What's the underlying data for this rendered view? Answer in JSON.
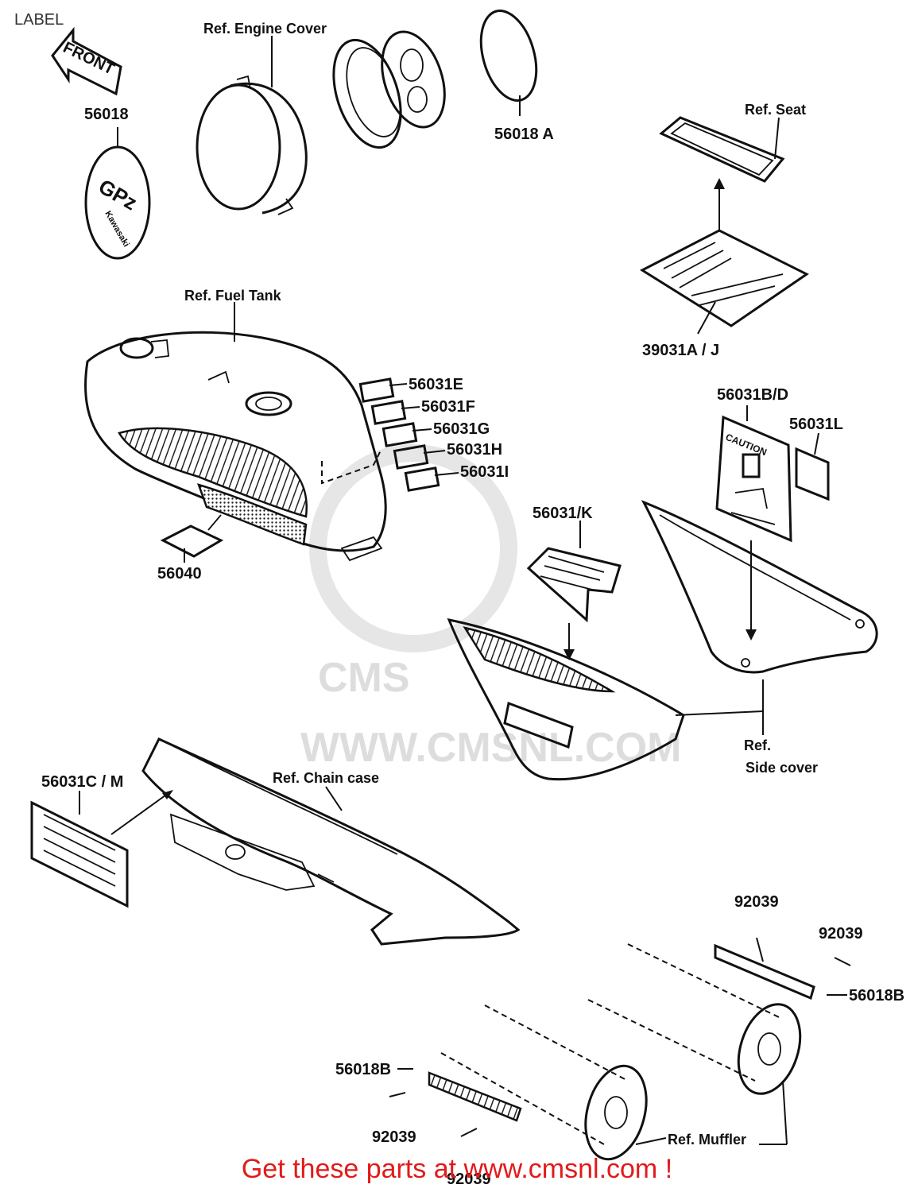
{
  "header": {
    "title": "LABEL"
  },
  "watermark": {
    "text": "WWW.CMSNL.COM",
    "logo": "CMS",
    "color": "#dddddd"
  },
  "badges": {
    "front_arrow": "FRONT",
    "emblem_main": "GPz",
    "emblem_sub": "Kawasaki",
    "caution": "CAUTION"
  },
  "refs": {
    "engine_cover": "Ref.  Engine Cover",
    "seat": "Ref. Seat",
    "fuel_tank": "Ref. Fuel Tank",
    "chain_case": "Ref. Chain case",
    "side_cover_1": "Ref.",
    "side_cover_2": "Side cover",
    "muffler": "Ref. Muffler"
  },
  "parts": {
    "p56018": "56018",
    "p56018a": "56018 A",
    "p39031": "39031A / J",
    "p56031e": "56031E",
    "p56031f": "56031F",
    "p56031g": "56031G",
    "p56031h": "56031H",
    "p56031i": "56031I",
    "p56031bd": "56031B/D",
    "p56031l": "56031L",
    "p56040": "56040",
    "p56031k": "56031/K",
    "p56031cm": "56031C / M",
    "p92039a": "92039",
    "p92039b": "92039",
    "p56018b_right": "56018B",
    "p56018b_left": "56018B",
    "p92039c": "92039",
    "p92039d": "92039"
  },
  "footer": {
    "text": "Get these parts at www.cmsnl.com !",
    "color": "#e21a1a"
  }
}
